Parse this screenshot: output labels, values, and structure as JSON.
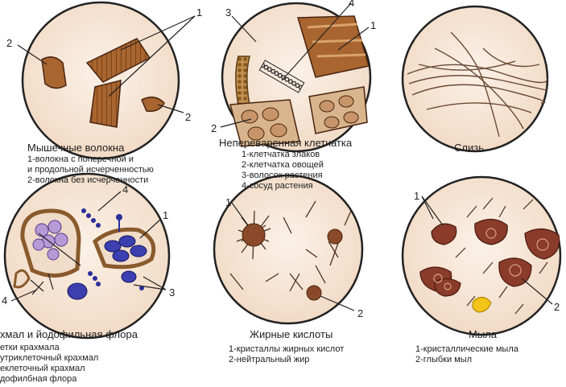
{
  "panels": [
    {
      "title": "Мышечные волокна",
      "legend": [
        "1-волокна с поперечной и",
        "и продольной исчерченностью",
        "2-волокна без исчерченности"
      ],
      "markers": [
        "1",
        "2",
        "2"
      ]
    },
    {
      "title": "Непереваренная клетчатка",
      "legend": [
        "1-клетчатка злаков",
        "2-клетчатка овощей",
        "3-волосок растения",
        "4-сосуд растения"
      ],
      "markers": [
        "3",
        "4",
        "1",
        "2"
      ]
    },
    {
      "title": "Слизь",
      "legend": [],
      "markers": []
    },
    {
      "title": "хмал и йодофильная флора",
      "legend": [
        "етки крахмала",
        "утриклеточный крахмал",
        "еклеточный крахмал",
        "дофилбная флора"
      ],
      "markers": [
        "4",
        "1",
        "3",
        "4"
      ]
    },
    {
      "title": "Жирные кислоты",
      "legend": [
        "1-кристаллы жирных кислот",
        "2-нейтральный жир"
      ],
      "markers": [
        "1",
        "2"
      ]
    },
    {
      "title": "Мыла",
      "legend": [
        "1-кристаллические мыла",
        "2-глыбки мыл"
      ],
      "markers": [
        "1",
        "2"
      ]
    }
  ],
  "colors": {
    "disc_fill": "#f7e6d6",
    "disc_outline": "#222222",
    "fiber": "#9a5a2c",
    "starch_blue": "#3b3fb0",
    "starch_violet": "#b59ad6",
    "soap_body": "#8a3b2a",
    "yellow_globule": "#f2c318"
  }
}
